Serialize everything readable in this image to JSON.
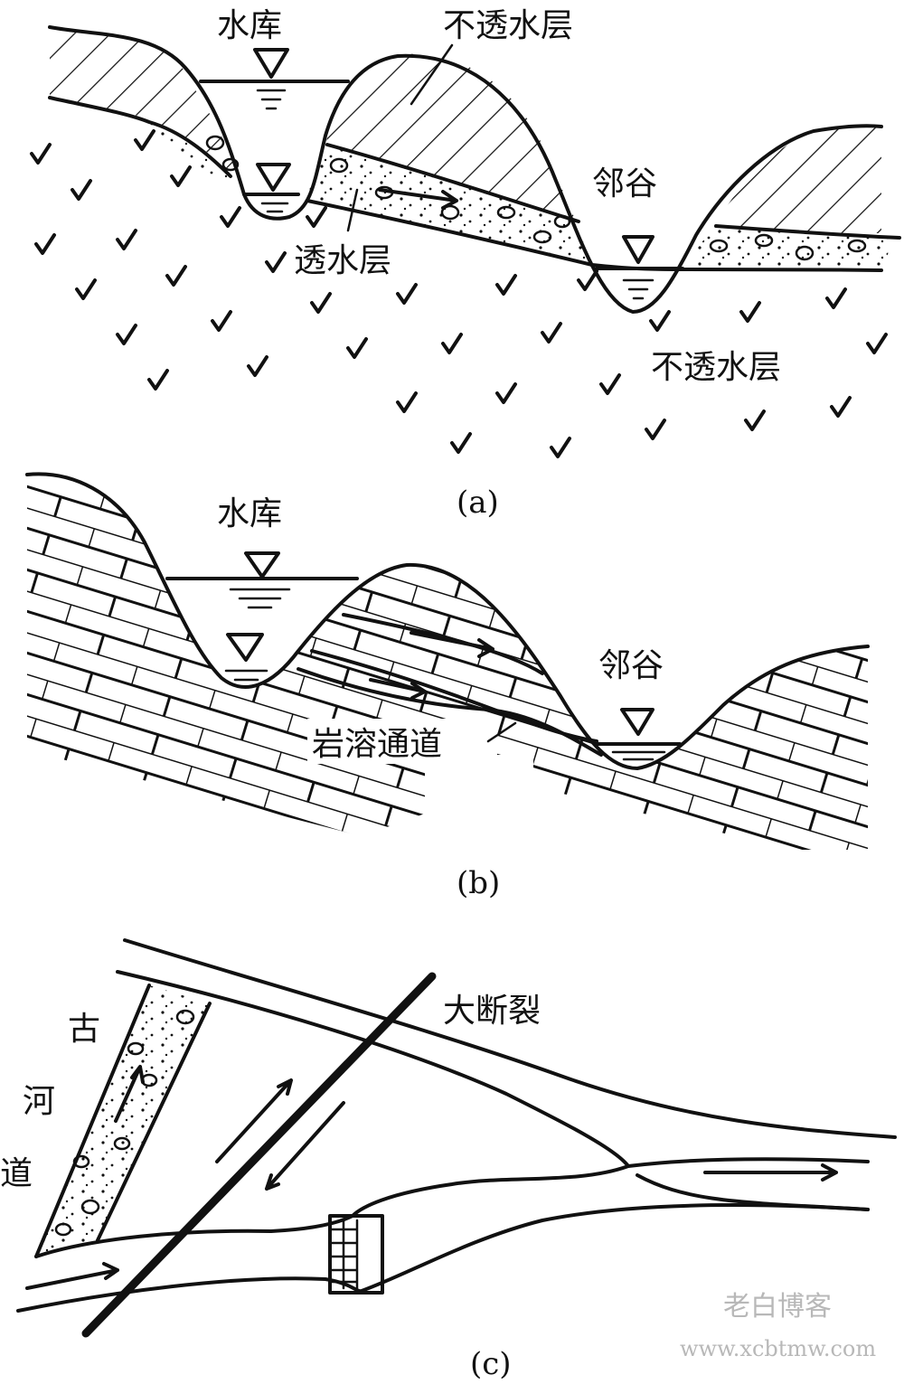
{
  "panel_a": {
    "caption": "(a)",
    "labels": {
      "reservoir": "水库",
      "impermeable_top": "不透水层",
      "neighbor_valley": "邻谷",
      "permeable_layer": "透水层",
      "impermeable_bottom": "不透水层"
    }
  },
  "panel_b": {
    "caption": "(b)",
    "labels": {
      "reservoir": "水库",
      "neighbor_valley": "邻谷",
      "karst_channel": "岩溶通道"
    }
  },
  "panel_c": {
    "caption": "(c)",
    "labels": {
      "big_fault": "大断裂",
      "ancient_channel_1": "古",
      "ancient_channel_2": "河",
      "ancient_channel_3": "道"
    }
  },
  "watermark": {
    "line1": "老白博客",
    "line2": "www.xcbtmw.com"
  }
}
